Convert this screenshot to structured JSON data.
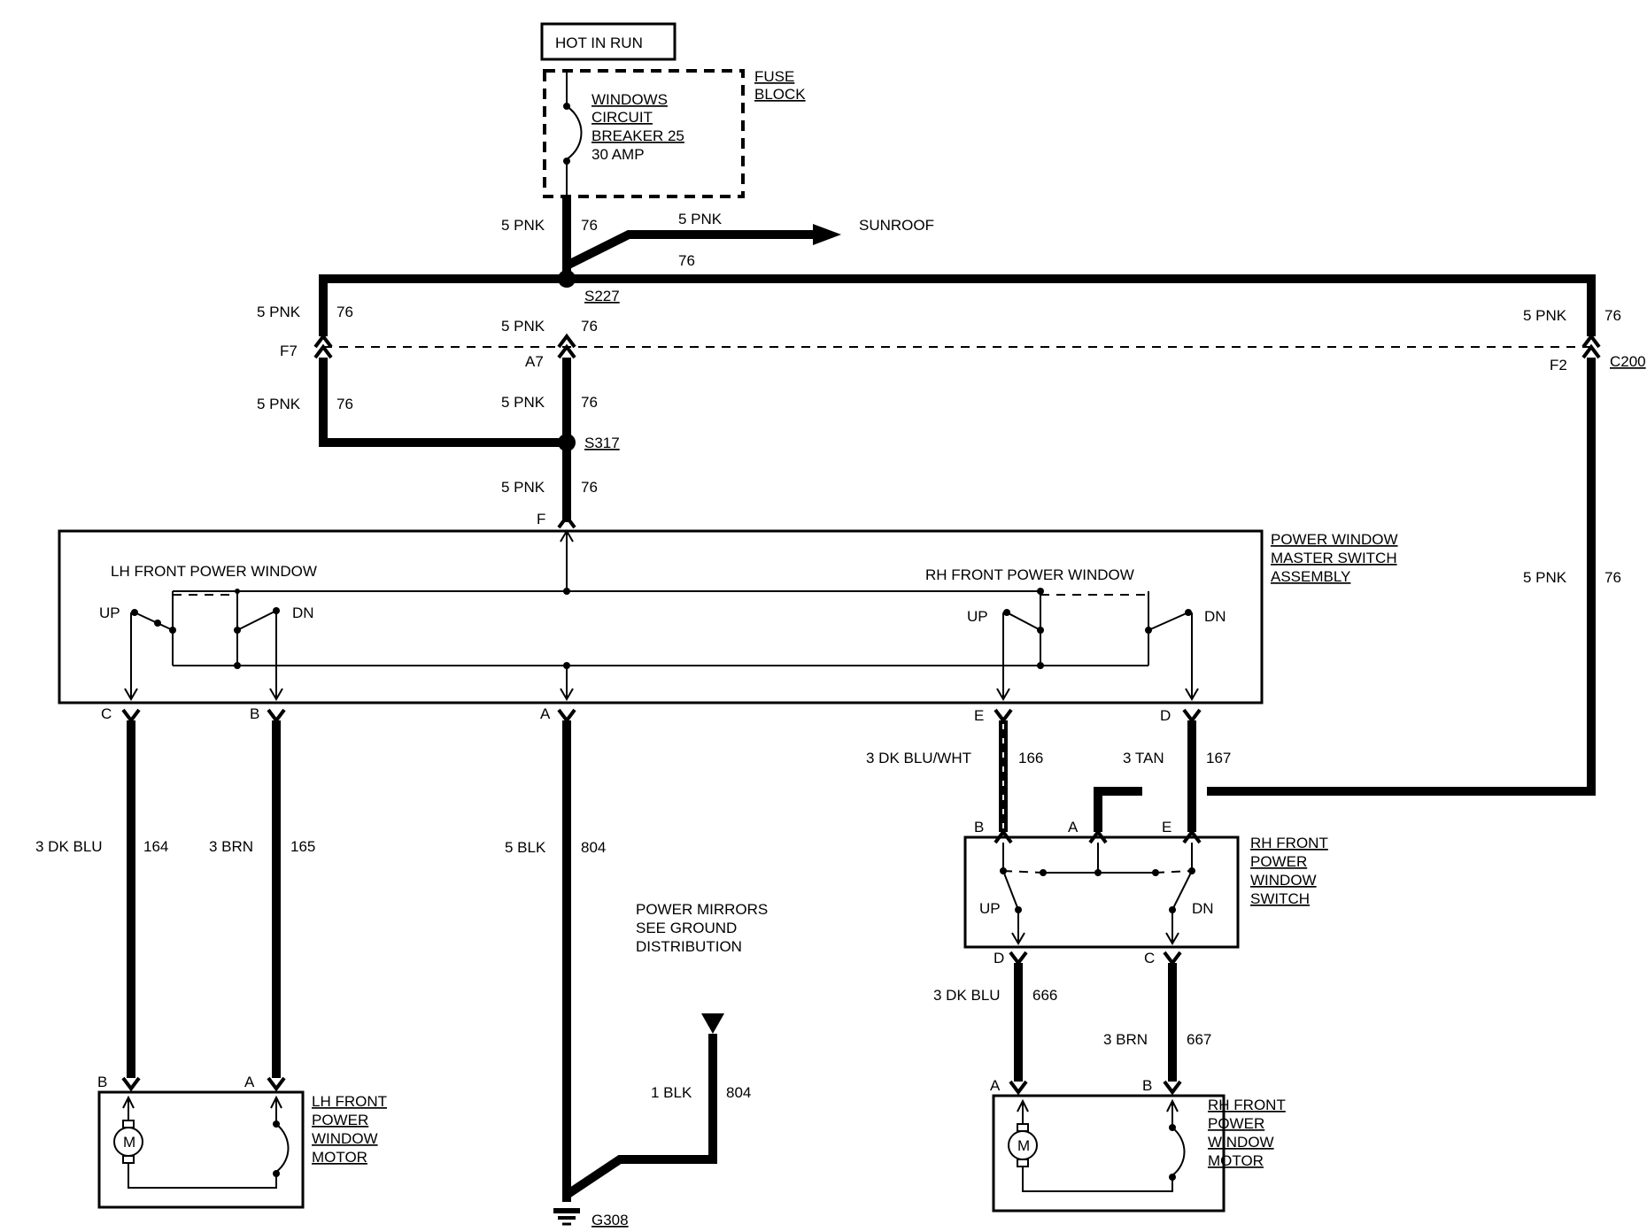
{
  "supply": {
    "label": "HOT IN RUN"
  },
  "fuse_block": {
    "label_line1": "FUSE",
    "label_line2": "BLOCK",
    "breaker_line1": "WINDOWS",
    "breaker_line2": "CIRCUIT",
    "breaker_line3": "BREAKER 25",
    "breaker_line4": "30 AMP"
  },
  "sunroof": {
    "label": "SUNROOF",
    "wire": "5 PNK",
    "circuit": "76"
  },
  "splices": {
    "s227": "S227",
    "s317": "S317"
  },
  "connectors": {
    "f7": "F7",
    "a7": "A7",
    "f2": "F2",
    "c200": "C200"
  },
  "wires": {
    "gauge_color_pnk": "5 PNK",
    "circuit_76": "76",
    "w164": "3 DK BLU",
    "c164": "164",
    "w165": "3 BRN",
    "c165": "165",
    "w804": "5 BLK",
    "c804": "804",
    "w804b": "1 BLK",
    "c804b": "804",
    "w166": "3 DK BLU/WHT",
    "c166": "166",
    "w167": "3 TAN",
    "c167": "167",
    "w666": "3 DK BLU",
    "c666": "666",
    "w667": "3 BRN",
    "c667": "667"
  },
  "master_switch": {
    "label_line1": "POWER WINDOW",
    "label_line2": "MASTER SWITCH",
    "label_line3": "ASSEMBLY",
    "lh_title": "LH FRONT POWER WINDOW",
    "rh_title": "RH FRONT POWER WINDOW",
    "up": "UP",
    "dn": "DN",
    "pin_f": "F",
    "pin_c": "C",
    "pin_b": "B",
    "pin_a": "A",
    "pin_e": "E",
    "pin_d": "D"
  },
  "rh_switch": {
    "label_line1": "RH FRONT",
    "label_line2": "POWER",
    "label_line3": "WINDOW",
    "label_line4": "SWITCH",
    "pin_b": "B",
    "pin_a": "A",
    "pin_e": "E",
    "pin_d": "D",
    "pin_c": "C",
    "up": "UP",
    "dn": "DN"
  },
  "lh_motor": {
    "label_line1": "LH FRONT",
    "label_line2": "POWER",
    "label_line3": "WINDOW",
    "label_line4": "MOTOR",
    "pin_b": "B",
    "pin_a": "A",
    "m": "M"
  },
  "rh_motor": {
    "label_line1": "RH FRONT",
    "label_line2": "POWER",
    "label_line3": "WINDOW",
    "label_line4": "MOTOR",
    "pin_a": "A",
    "pin_b": "B",
    "m": "M"
  },
  "mirrors_note": {
    "line1": "POWER MIRRORS",
    "line2": "SEE GROUND",
    "line3": "DISTRIBUTION"
  },
  "ground": {
    "label": "G308"
  }
}
